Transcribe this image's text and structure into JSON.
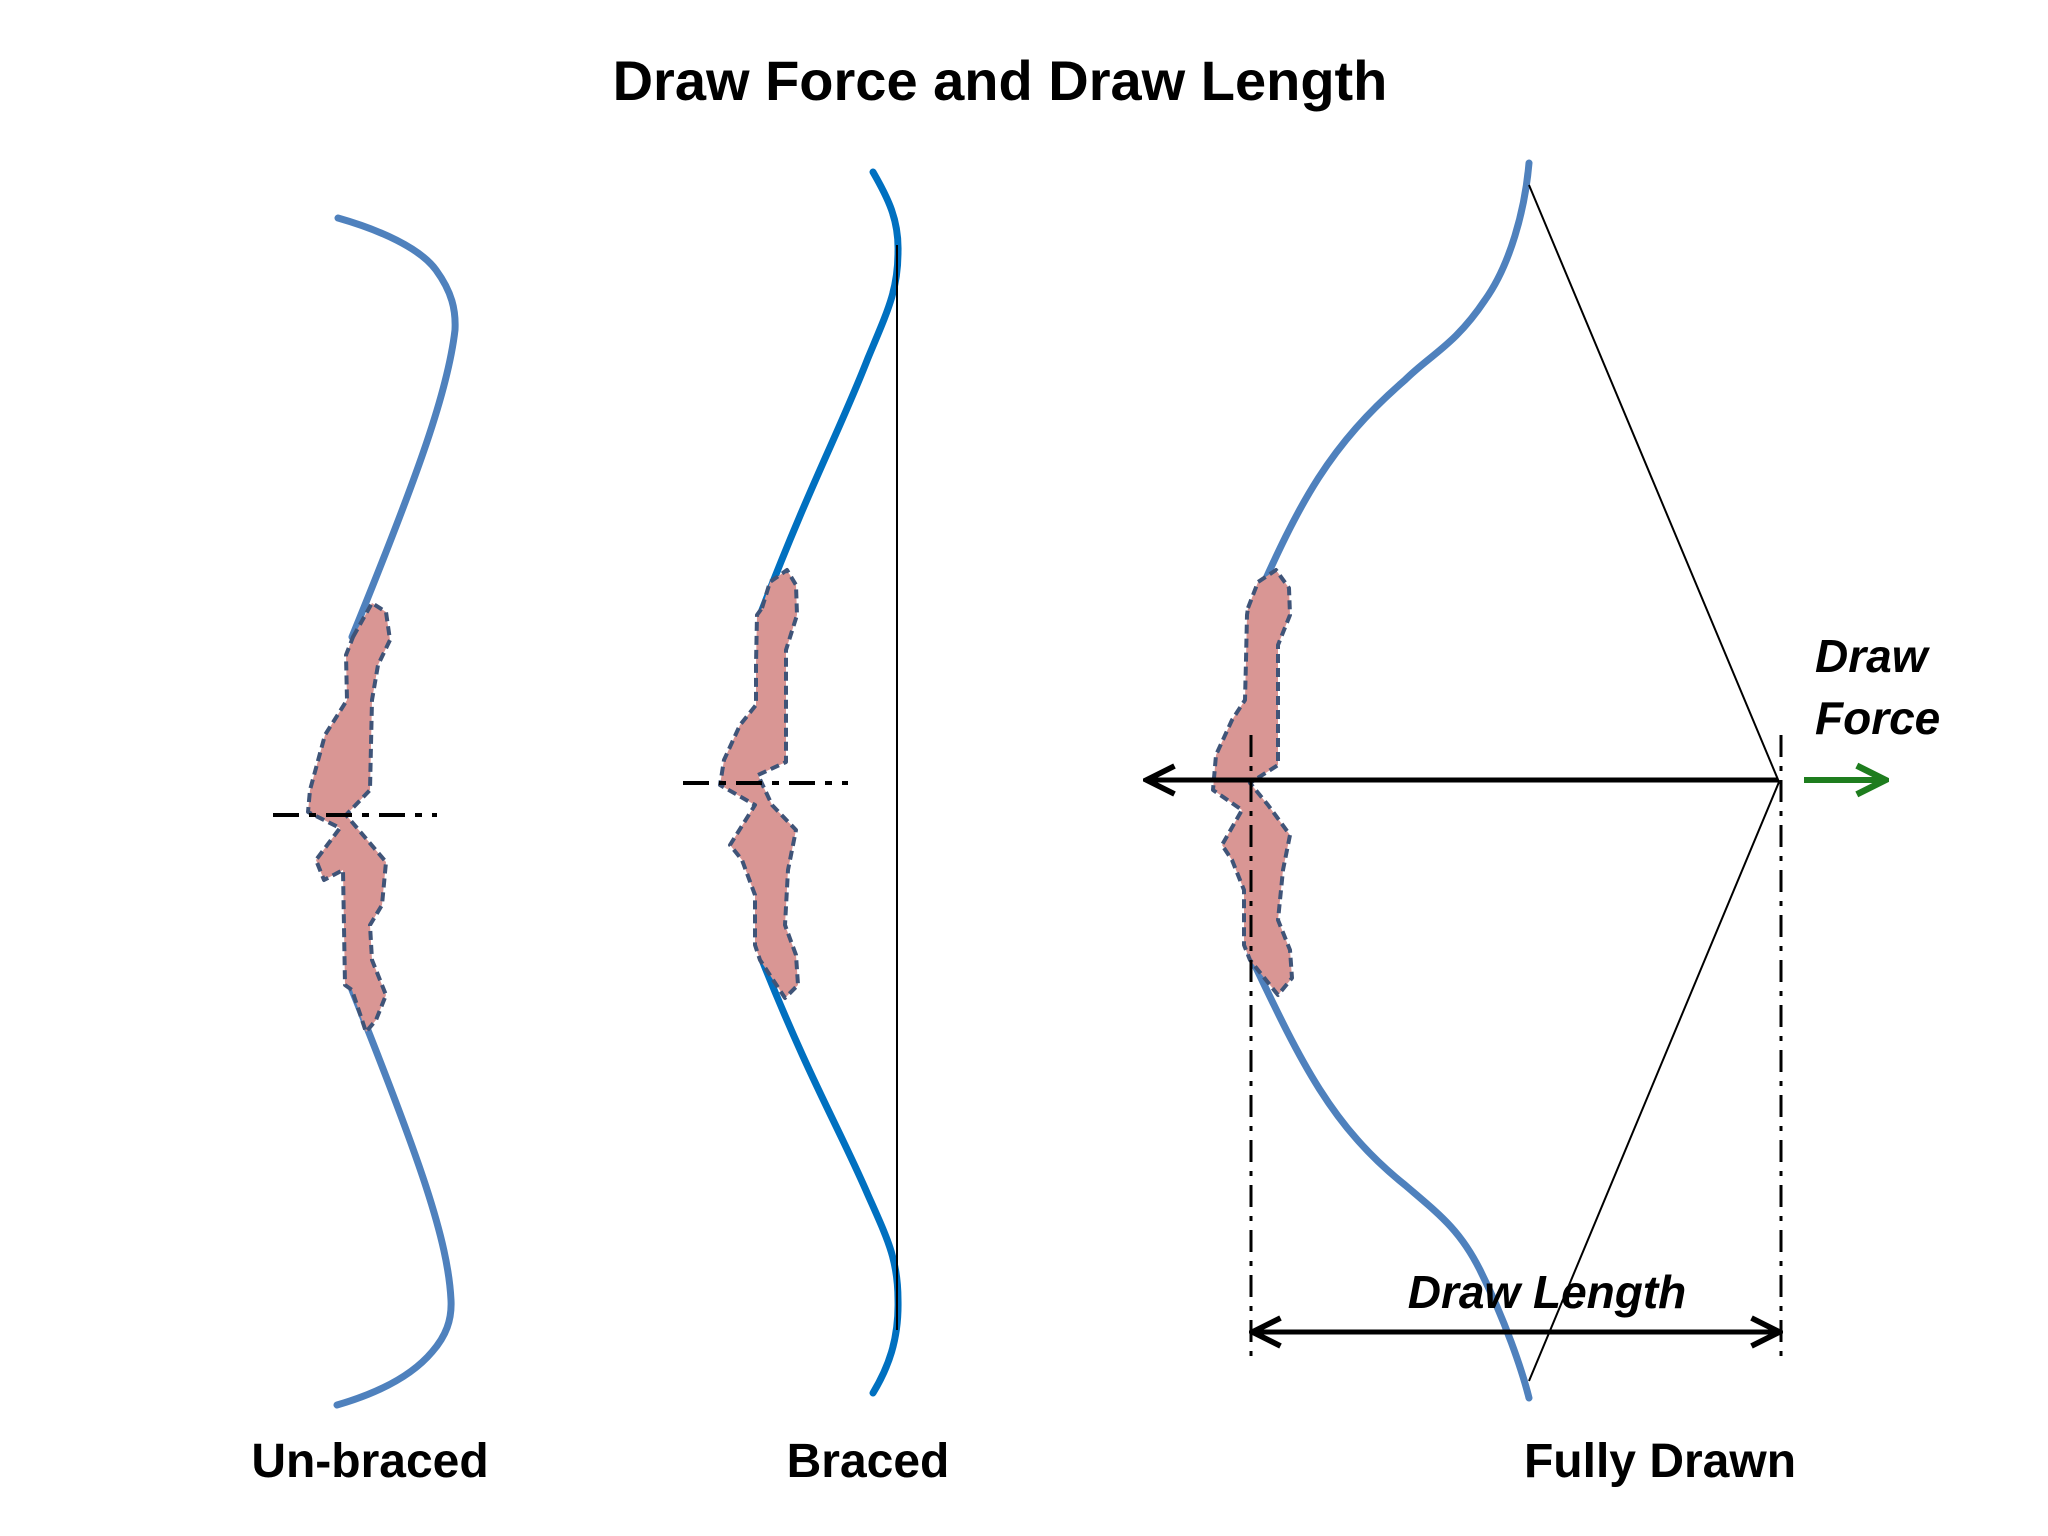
{
  "title": "Draw Force and Draw Length",
  "bows": [
    {
      "label": "Un-braced"
    },
    {
      "label": "Braced"
    },
    {
      "label": "Fully Drawn"
    }
  ],
  "annotations": {
    "draw_force_line1": "Draw",
    "draw_force_line2": "Force",
    "draw_length": "Draw Length"
  },
  "colors": {
    "limb_light": "#4f81bd",
    "limb_dark": "#0070c0",
    "riser_fill": "#d99694",
    "riser_outline": "#3f5478",
    "string": "#000000",
    "arrow_black": "#000000",
    "arrow_green": "#1e7d1e",
    "text": "#000000"
  }
}
